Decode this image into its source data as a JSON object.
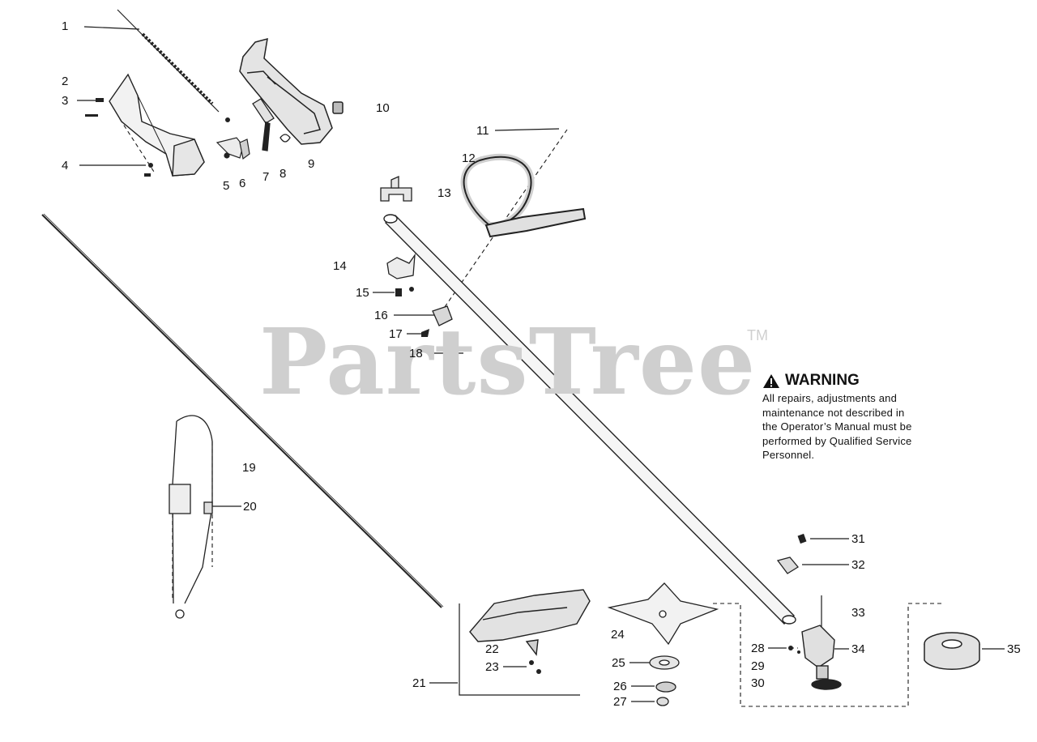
{
  "diagram": {
    "watermark": "PartsTree",
    "trademark": "TM",
    "warning": {
      "title": "WARNING",
      "lines": [
        "All repairs, adjustments and",
        "maintenance not described in",
        "the Operator’s Manual must be",
        "performed by Qualified Service",
        "Personnel."
      ]
    },
    "callouts": [
      "1",
      "2",
      "3",
      "4",
      "5",
      "6",
      "7",
      "8",
      "9",
      "10",
      "11",
      "12",
      "13",
      "14",
      "15",
      "16",
      "17",
      "18",
      "19",
      "20",
      "21",
      "22",
      "23",
      "24",
      "25",
      "26",
      "27",
      "28",
      "29",
      "30",
      "31",
      "32",
      "33",
      "34",
      "35"
    ]
  }
}
